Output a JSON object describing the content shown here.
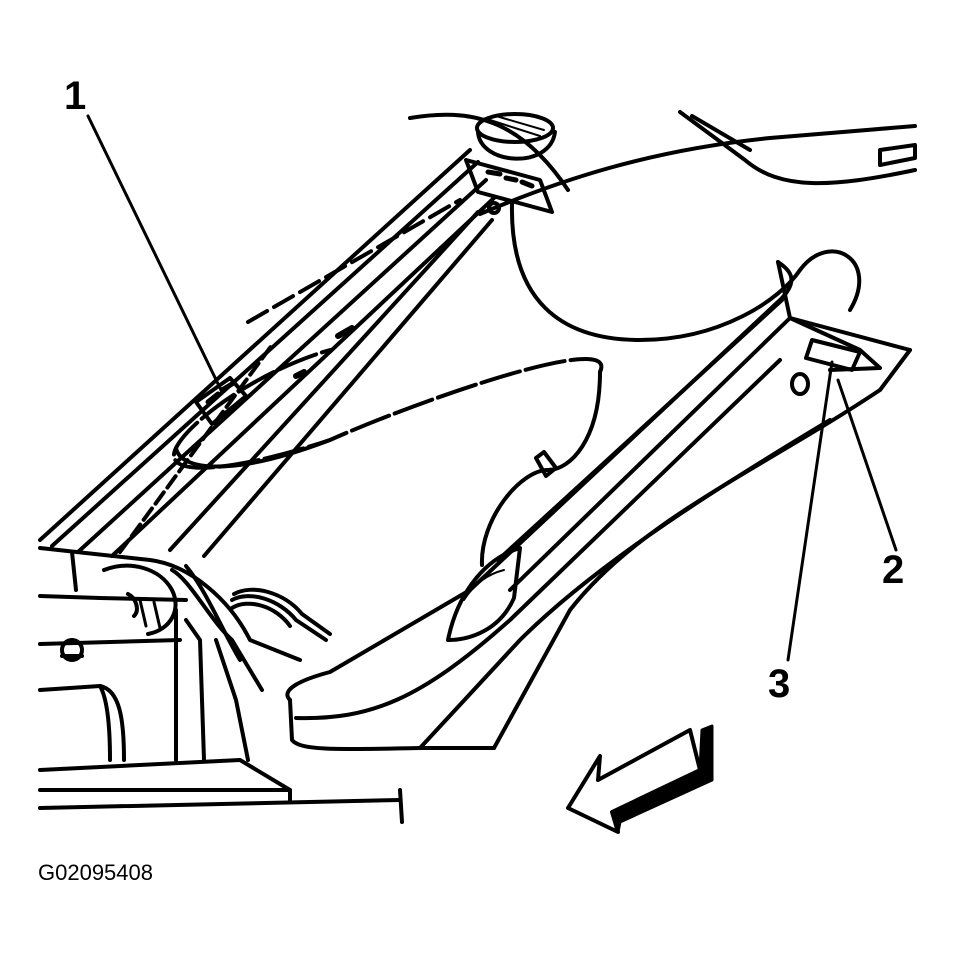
{
  "figure_id": "G02095408",
  "callouts": [
    "1",
    "2",
    "3"
  ],
  "colors": {
    "ink": "#000000",
    "paper": "#ffffff"
  },
  "icons": {
    "direction_arrow": "arrow-forward-icon"
  }
}
